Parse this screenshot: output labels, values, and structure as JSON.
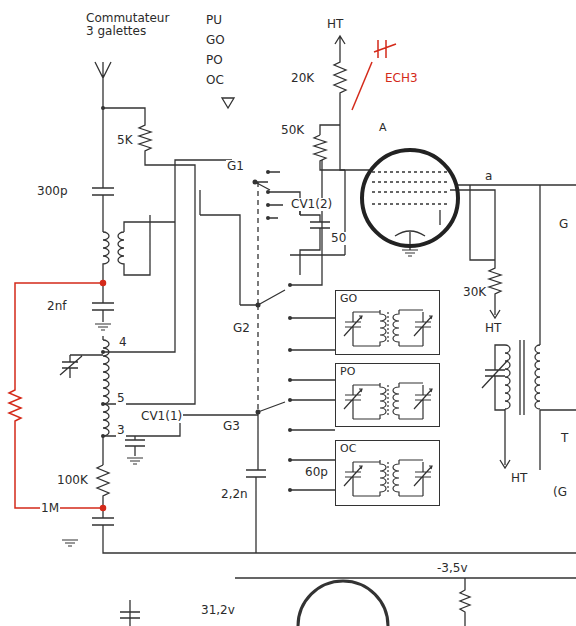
{
  "diagram": {
    "nodes": [
      {
        "text": [
          "A"
        ]
      },
      {
        "text": [
          "GO"
        ]
      },
      {
        "text": [
          "PO"
        ]
      },
      {
        "text": [
          "OC"
        ]
      }
    ],
    "labels": [
      "Commutateur 3 galettes",
      "PU",
      "GO",
      "PO",
      "OC",
      "HT",
      "20K",
      "ECH3",
      "5K",
      "50K",
      "G1",
      "CV1(2)",
      "50",
      "a",
      "300p",
      "2nf",
      "4",
      "5",
      "3",
      "CV1(1)",
      "G2",
      "G3",
      "2,2n",
      "60p",
      "30K",
      "HT",
      "HT",
      "100K",
      "1M",
      "-3,5v",
      "31,2v",
      "G",
      "T",
      "(G"
    ]
  }
}
